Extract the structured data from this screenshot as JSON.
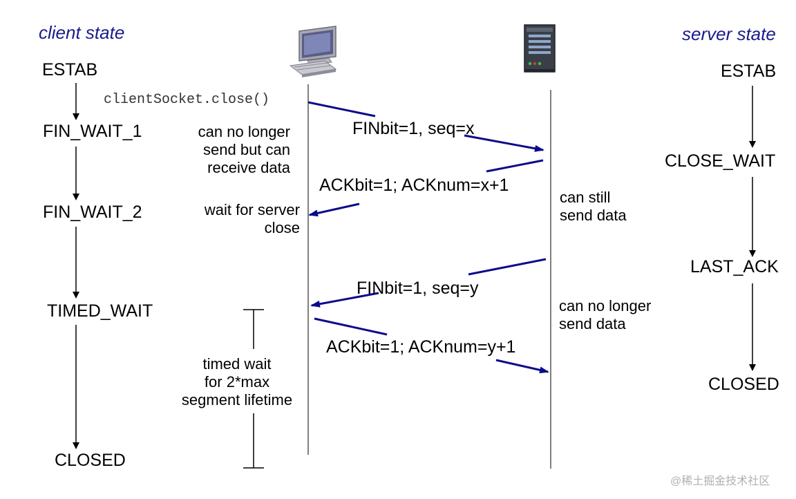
{
  "headings": {
    "client": "client state",
    "server": "server state"
  },
  "client_states": [
    "ESTAB",
    "FIN_WAIT_1",
    "FIN_WAIT_2",
    "TIMED_WAIT",
    "CLOSED"
  ],
  "server_states": [
    "ESTAB",
    "CLOSE_WAIT",
    "LAST_ACK",
    "CLOSED"
  ],
  "call": "clientSocket.close()",
  "messages": {
    "fin1": "FINbit=1, seq=x",
    "ack1": "ACKbit=1; ACKnum=x+1",
    "fin2": "FINbit=1, seq=y",
    "ack2": "ACKbit=1; ACKnum=y+1"
  },
  "notes": {
    "client_fin1": [
      "can no longer",
      "send but can",
      "receive data"
    ],
    "client_fin2": [
      "wait for server",
      "close"
    ],
    "server_send": [
      "can still",
      "send data"
    ],
    "server_nosend": [
      "can no longer",
      "send data"
    ],
    "timed_wait": [
      "timed wait",
      "for 2*max",
      "segment lifetime"
    ]
  },
  "icons": {
    "client": "desktop-computer-icon",
    "server": "server-tower-icon"
  },
  "colors": {
    "arrow": "#0b0b8a",
    "heading": "#1a1a8c",
    "line": "#555555"
  },
  "watermark": "@稀土掘金技术社区"
}
